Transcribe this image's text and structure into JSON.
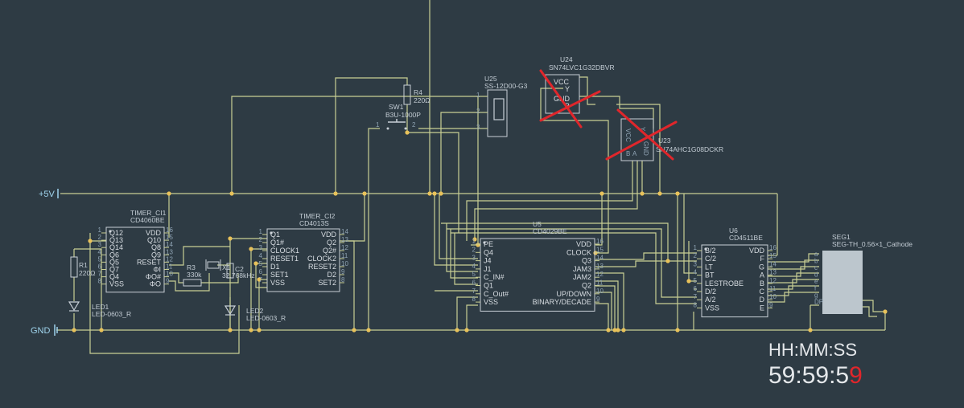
{
  "power": {
    "vcc": "+5V",
    "gnd": "GND"
  },
  "components": {
    "timer1": {
      "ref": "TIMER_CI1",
      "part": "CD4060BE",
      "left_pins": [
        "Q12",
        "Q13",
        "Q14",
        "Q6",
        "Q5",
        "Q7",
        "Q4",
        "VSS"
      ],
      "right_pins": [
        "VDD",
        "Q10",
        "Q8",
        "Q9",
        "RESET",
        "ΦI",
        "ΦO#",
        "ΦO"
      ],
      "left_nums": [
        "1",
        "2",
        "3",
        "4",
        "5",
        "6",
        "7",
        "8"
      ],
      "right_nums": [
        "16",
        "15",
        "14",
        "13",
        "12",
        "11",
        "10",
        "9"
      ]
    },
    "timer2": {
      "ref": "TIMER_CI2",
      "part": "CD4013S",
      "left_pins": [
        "Q1",
        "Q1#",
        "CLOCK1",
        "RESET1",
        "D1",
        "SET1",
        "VSS"
      ],
      "right_pins": [
        "VDD",
        "Q2",
        "Q2#",
        "CLOCK2",
        "RESET2",
        "D2",
        "SET2"
      ],
      "left_nums": [
        "1",
        "2",
        "3",
        "4",
        "5",
        "6",
        "7"
      ],
      "right_nums": [
        "14",
        "13",
        "12",
        "11",
        "10",
        "9",
        "8"
      ]
    },
    "u5": {
      "ref": "U5",
      "part": "CD4029BE",
      "left_pins": [
        "PE",
        "Q4",
        "J4",
        "J1",
        "C_IN#",
        "Q1",
        "C_Out#",
        "VSS"
      ],
      "right_pins": [
        "VDD",
        "CLOCK",
        "Q3",
        "JAM3",
        "JAM2",
        "Q2",
        "UP/DOWN",
        "BINARY/DECADE"
      ],
      "left_nums": [
        "1",
        "2",
        "3",
        "4",
        "5",
        "6",
        "7",
        "8"
      ],
      "right_nums": [
        "16",
        "15",
        "14",
        "13",
        "12",
        "11",
        "10",
        "9"
      ]
    },
    "u6": {
      "ref": "U6",
      "part": "CD4511BE",
      "left_pins": [
        "B/2",
        "C/2",
        "LT",
        "BT",
        "LESTROBE",
        "D/2",
        "A/2",
        "VSS"
      ],
      "right_pins": [
        "VDD",
        "F",
        "G",
        "A",
        "B",
        "C",
        "D",
        "E"
      ],
      "left_nums": [
        "1",
        "2",
        "3",
        "4",
        "5",
        "6",
        "7",
        "8"
      ],
      "right_nums": [
        "16",
        "15",
        "14",
        "13",
        "12",
        "11",
        "10",
        "9"
      ]
    },
    "u24": {
      "ref": "U24",
      "part": "SN74LVC1G32DBVR",
      "pins": [
        "VCC",
        "Y",
        "GND",
        "B"
      ]
    },
    "u23": {
      "ref": "U23",
      "part": "SN74AHC1G08DCKR",
      "pins": [
        "VCC",
        "Y",
        "GND",
        "B",
        "A"
      ]
    },
    "u25": {
      "ref": "U25",
      "part": "SS-12D00-G3",
      "pin_nums": [
        "1",
        "2",
        "3"
      ]
    },
    "sw1": {
      "ref": "SW1",
      "part": "B3U-1000P",
      "pin_nums": [
        "1",
        "2"
      ]
    },
    "r1": {
      "ref": "R1",
      "value": "220Ω"
    },
    "r3": {
      "ref": "R3",
      "value": "330k"
    },
    "r4": {
      "ref": "R4",
      "value": "220Ω"
    },
    "x1": {
      "ref": "X1",
      "value": "32.768kHz"
    },
    "c2": {
      "ref": "C2"
    },
    "led1": {
      "ref": "LED1",
      "part": "LED-0603_R"
    },
    "led2": {
      "ref": "LED2",
      "part": "LED-0603_R"
    },
    "seg1": {
      "ref": "SEG1",
      "part": "SEG-TH_0.56×1_Cathode",
      "pins": [
        "a",
        "b",
        "c",
        "d",
        "e",
        "f",
        "g",
        "DP"
      ]
    }
  },
  "clock": {
    "header": "HH:MM:SS",
    "time_main": "59:59:5",
    "time_last": "9",
    "accent": "#e0262b"
  }
}
